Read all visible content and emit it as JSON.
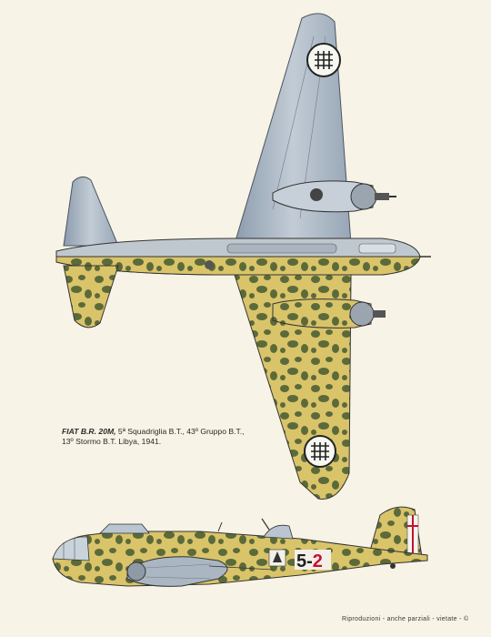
{
  "caption": {
    "aircraft_type": "FIAT B.R. 20M,",
    "line1_rest": " 5ª Squadriglia B.T., 43º Gruppo B.T.,",
    "line2": "13º Stormo B.T. Libya, 1941."
  },
  "markings": {
    "fuselage_code_left": "5",
    "fuselage_code_dash": "-",
    "fuselage_code_right": "2"
  },
  "footer": "Riproduzioni - anche parziali - vietate - ©",
  "colors": {
    "background": "#f7f3e6",
    "underside_blue_grey": "#a9b6c4",
    "camo_base": "#d9c46a",
    "camo_spot": "#5c6a3a",
    "code_red": "#c8102e"
  }
}
